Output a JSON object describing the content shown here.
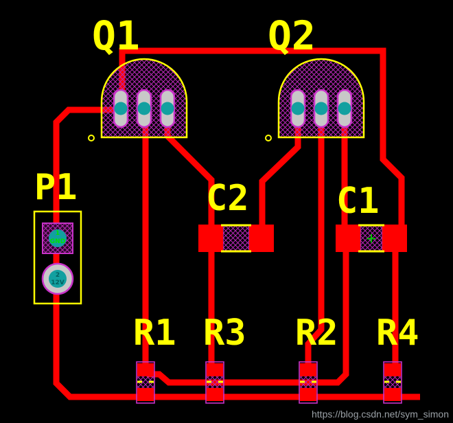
{
  "board": {
    "watermark": "https://blog.csdn.net/sym_simon",
    "colors": {
      "background": "#000000",
      "copper_trace": "#FF0000",
      "silkscreen": "#FFFF00",
      "pad_outline": "#C832C8",
      "pad_surface": "#C8C8C8",
      "drill_teal": "#12A0A0",
      "hatch_magenta": "#B428B4",
      "polarity_green": "#00C800",
      "pad_red": "#FF0000"
    }
  },
  "components": {
    "q1": {
      "designator": "Q1"
    },
    "q2": {
      "designator": "Q2"
    },
    "p1": {
      "designator": "P1",
      "pad1_number": "1",
      "pad1_net": "GND",
      "pad2_number": "2",
      "pad2_net": "12V"
    },
    "c2": {
      "designator": "C2"
    },
    "c1": {
      "designator": "C1",
      "polarity_mark": "+"
    },
    "r1": {
      "designator": "R1"
    },
    "r2": {
      "designator": "R2"
    },
    "r3": {
      "designator": "R3"
    },
    "r4": {
      "designator": "R4"
    }
  }
}
